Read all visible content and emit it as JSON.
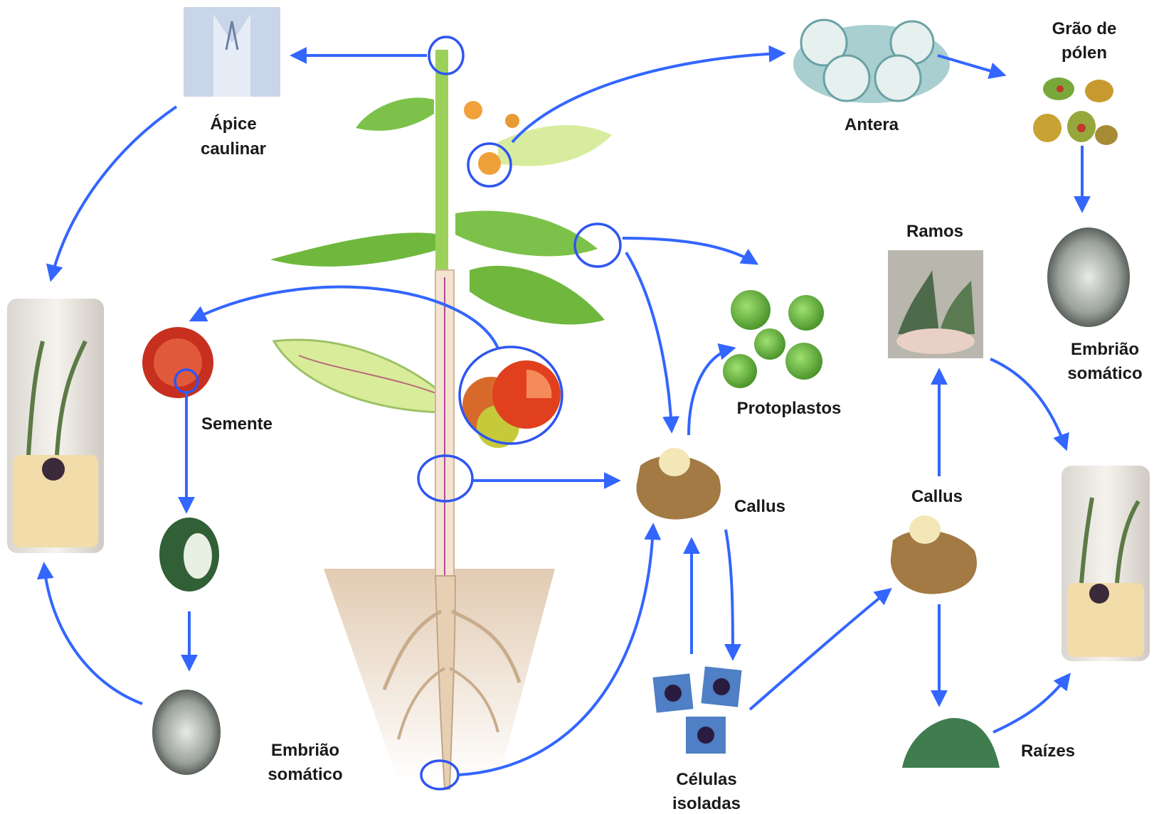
{
  "labels": {
    "apice": [
      "Ápice",
      "caulinar"
    ],
    "antera": "Antera",
    "grao": [
      "Grão de",
      "pólen"
    ],
    "ramos": "Ramos",
    "embriao_right": [
      "Embrião",
      "somático"
    ],
    "semente": "Semente",
    "protoplastos": "Protoplastos",
    "callus_center": "Callus",
    "callus_right": "Callus",
    "embriao_left": [
      "Embrião",
      "somático"
    ],
    "celulas": [
      "Células",
      "isoladas"
    ],
    "raizes": "Raízes"
  },
  "colors": {
    "arrow": "#3366ff",
    "highlight_circle": "#2f55f0",
    "plant_green": "#7cc24a",
    "stem_green": "#9bd15a",
    "tomato_red": "#e0401e",
    "callus_brown": "#a37a44",
    "cell_blue": "#4f7fc4",
    "protoplast_green": "#5fae35",
    "soil": "#e9d8c4"
  }
}
